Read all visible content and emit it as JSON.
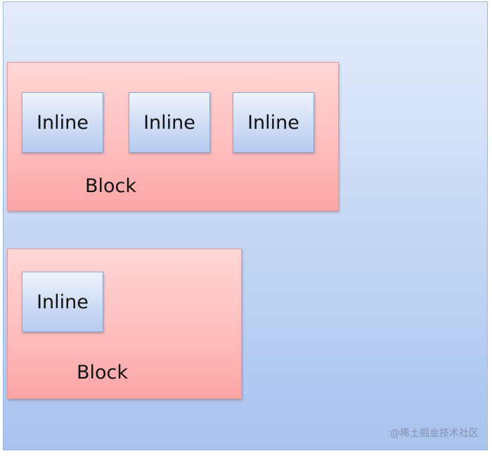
{
  "diagram": {
    "blocks": [
      {
        "label": "Block",
        "inlines": [
          "Inline",
          "Inline",
          "Inline"
        ]
      },
      {
        "label": "Block",
        "inlines": [
          "Inline"
        ]
      }
    ]
  },
  "watermark": "@稀土掘金技术社区",
  "colors": {
    "outer_top": "#e4ecfb",
    "outer_bottom": "#a9c3ee",
    "block_top": "#ffd6d6",
    "block_bottom": "#fca5a5",
    "inline_top": "#eef3fc",
    "inline_bottom": "#b6caf0"
  }
}
